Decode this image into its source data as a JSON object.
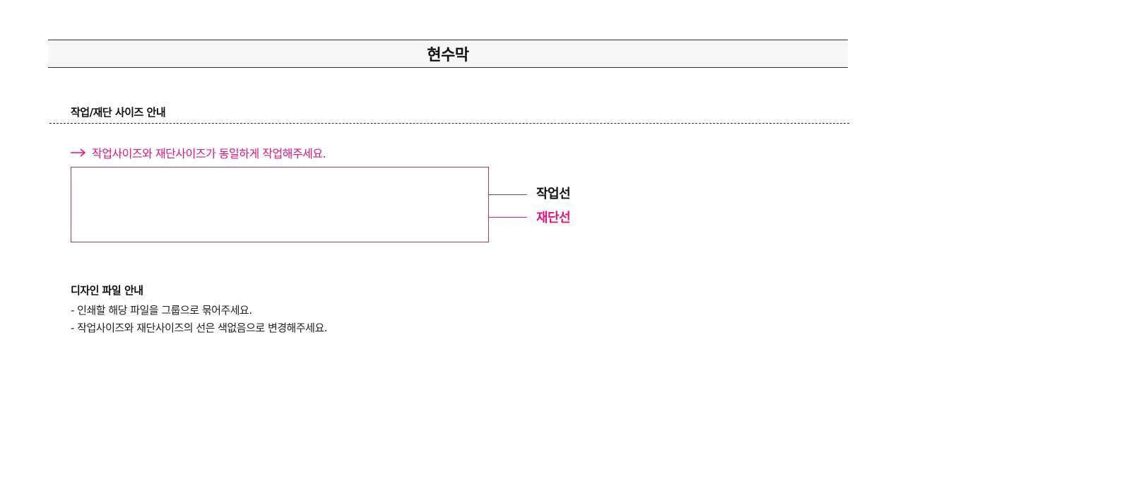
{
  "title": "현수막",
  "size_section": {
    "heading": "작업/재단 사이즈 안내",
    "notice": "작업사이즈와 재단사이즈가 동일하게 작업해주세요.",
    "legend": {
      "work_line": "작업선",
      "cut_line": "재단선"
    }
  },
  "design_section": {
    "heading": "디자인 파일 안내",
    "lines": [
      "- 인쇄할 해당 파일을 그룹으로 묶어주세요.",
      "- 작업사이즈와 재단사이즈의 선은 색없음으로 변경해주세요."
    ]
  },
  "colors": {
    "accent": "#e6157a",
    "box_border": "#9c4060",
    "text": "#111111"
  }
}
